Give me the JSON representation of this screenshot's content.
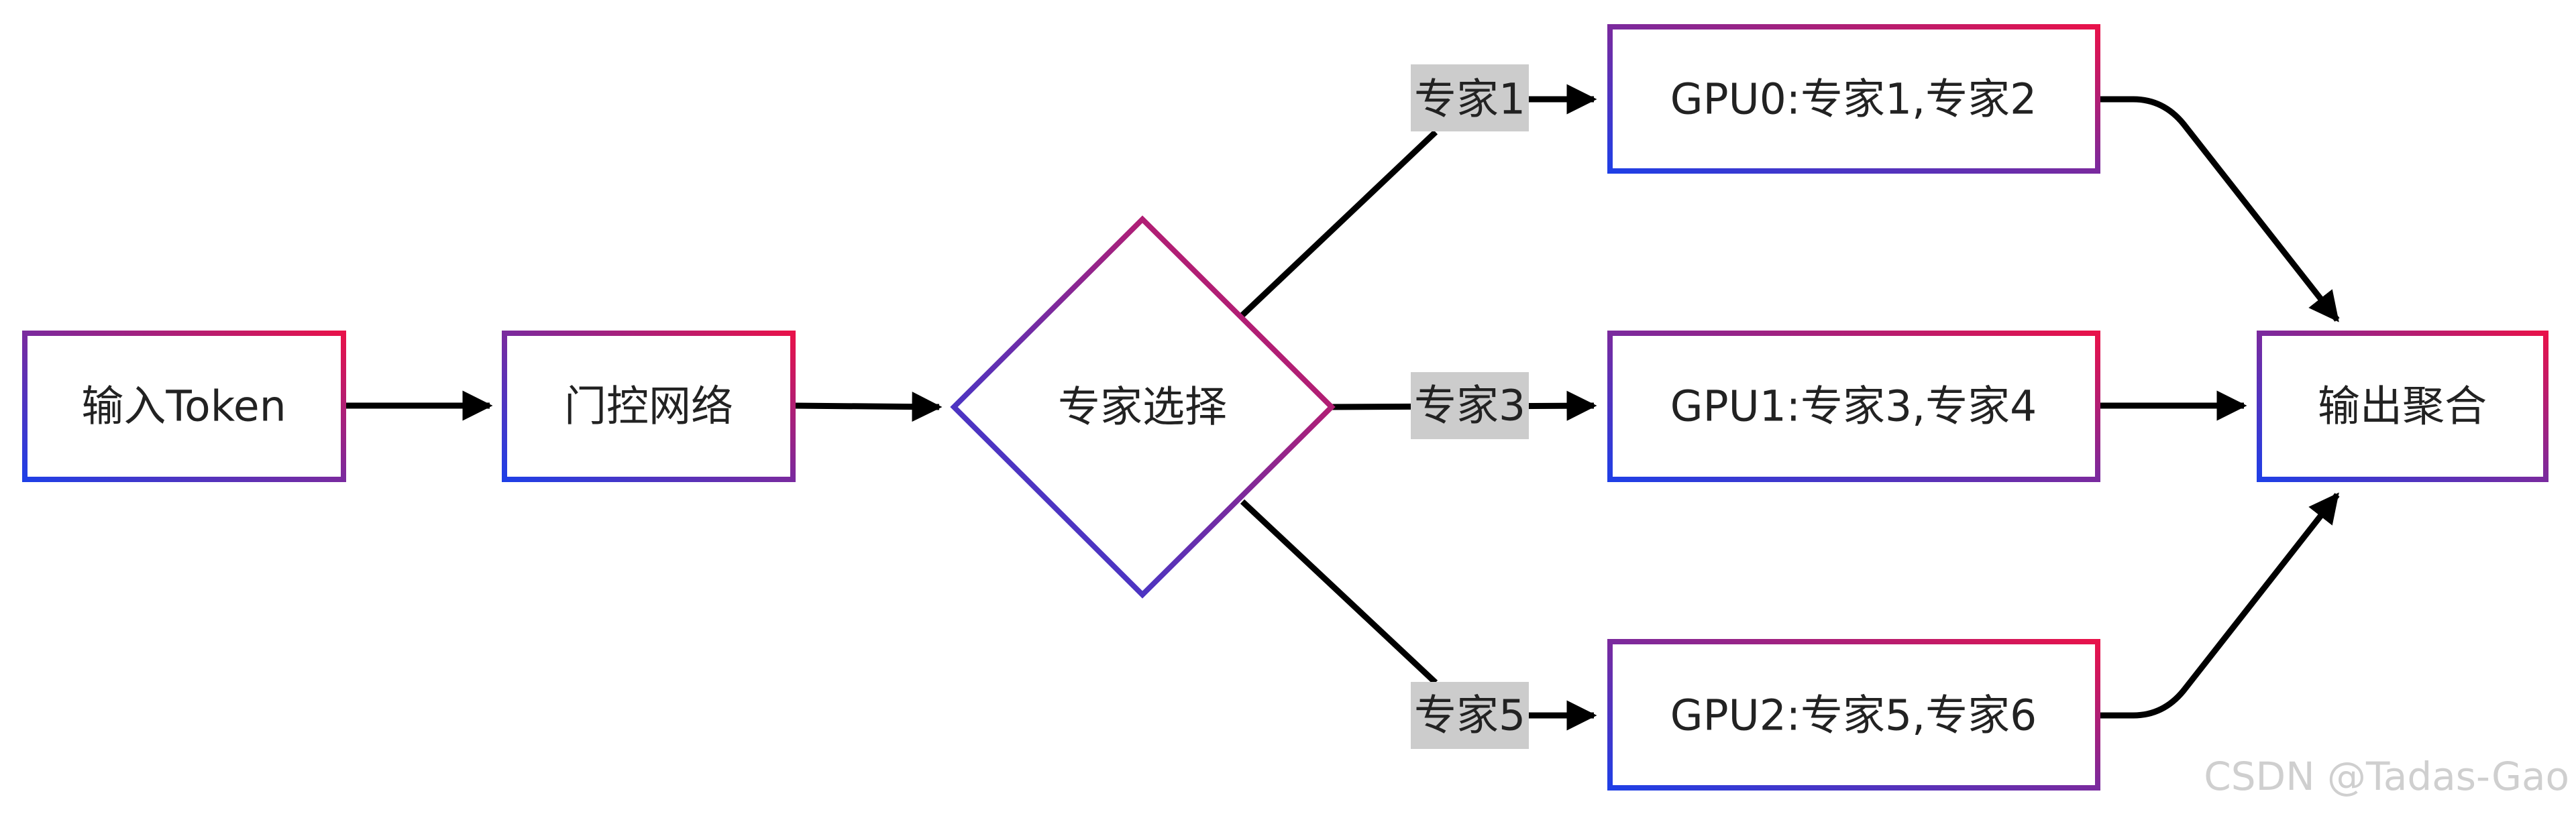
{
  "diagram": {
    "nodes": {
      "input": "输入Token",
      "gate": "门控网络",
      "select": "专家选择",
      "gpu0": "GPU0:专家1,专家2",
      "gpu1": "GPU1:专家3,专家4",
      "gpu2": "GPU2:专家5,专家6",
      "output": "输出聚合"
    },
    "edge_labels": {
      "to_gpu0": "专家1",
      "to_gpu1": "专家3",
      "to_gpu2": "专家5"
    }
  },
  "watermark": "CSDN @Tadas-Gao",
  "colors": {
    "border_gradient_start": "#1f3fe6",
    "border_gradient_mid": "#7a2a9e",
    "border_gradient_end": "#e8124a",
    "edge_label_bg": "#cccccc",
    "arrow": "#000000"
  }
}
